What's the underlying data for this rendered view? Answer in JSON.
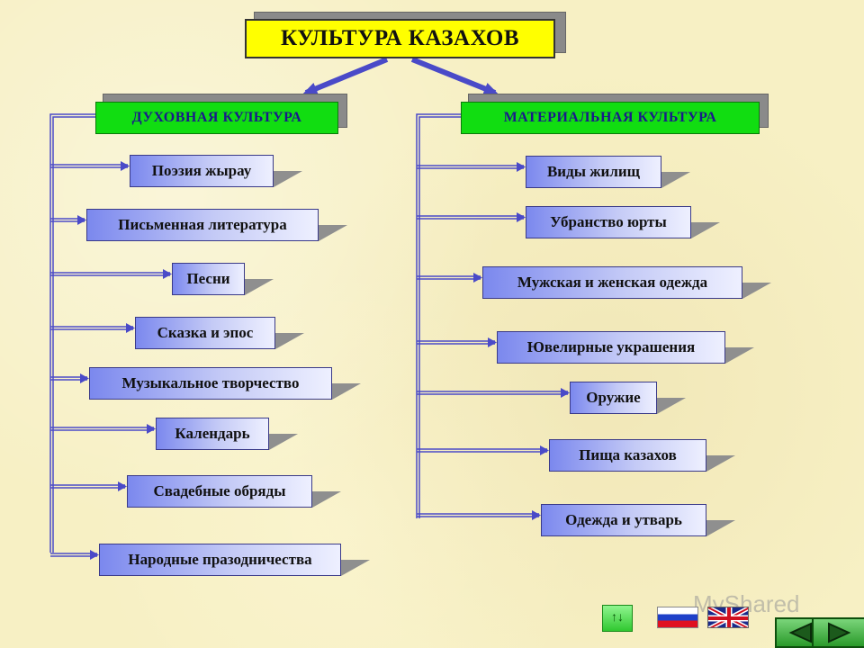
{
  "title": "КУЛЬТУРА КАЗАХОВ",
  "spiritual": {
    "label": "ДУХОВНАЯ КУЛЬТУРА",
    "items": [
      "Поэзия жырау",
      "Письменная  литература",
      "Песни",
      "Сказка и эпос",
      "Музыкальное творчество",
      "Календарь",
      "Свадебные обряды",
      "Народные празодничества"
    ]
  },
  "material": {
    "label": "МАТЕРИАЛЬНАЯ КУЛЬТУРА",
    "items": [
      "Виды жилищ",
      "Убранство юрты",
      "Мужская и женская одежда",
      "Ювелирные украшения",
      "Оружие",
      "Пища    казахов",
      "Одежда и утварь"
    ]
  },
  "footer": {
    "watermark": "MyShared",
    "home_label": "↑↓"
  },
  "colors": {
    "title_bg": "#ffff00",
    "category_bg": "#11dd11",
    "category_text": "#1a1a8a",
    "item_gradient_start": "#7b88ee",
    "connector": "#4a4ac8"
  }
}
